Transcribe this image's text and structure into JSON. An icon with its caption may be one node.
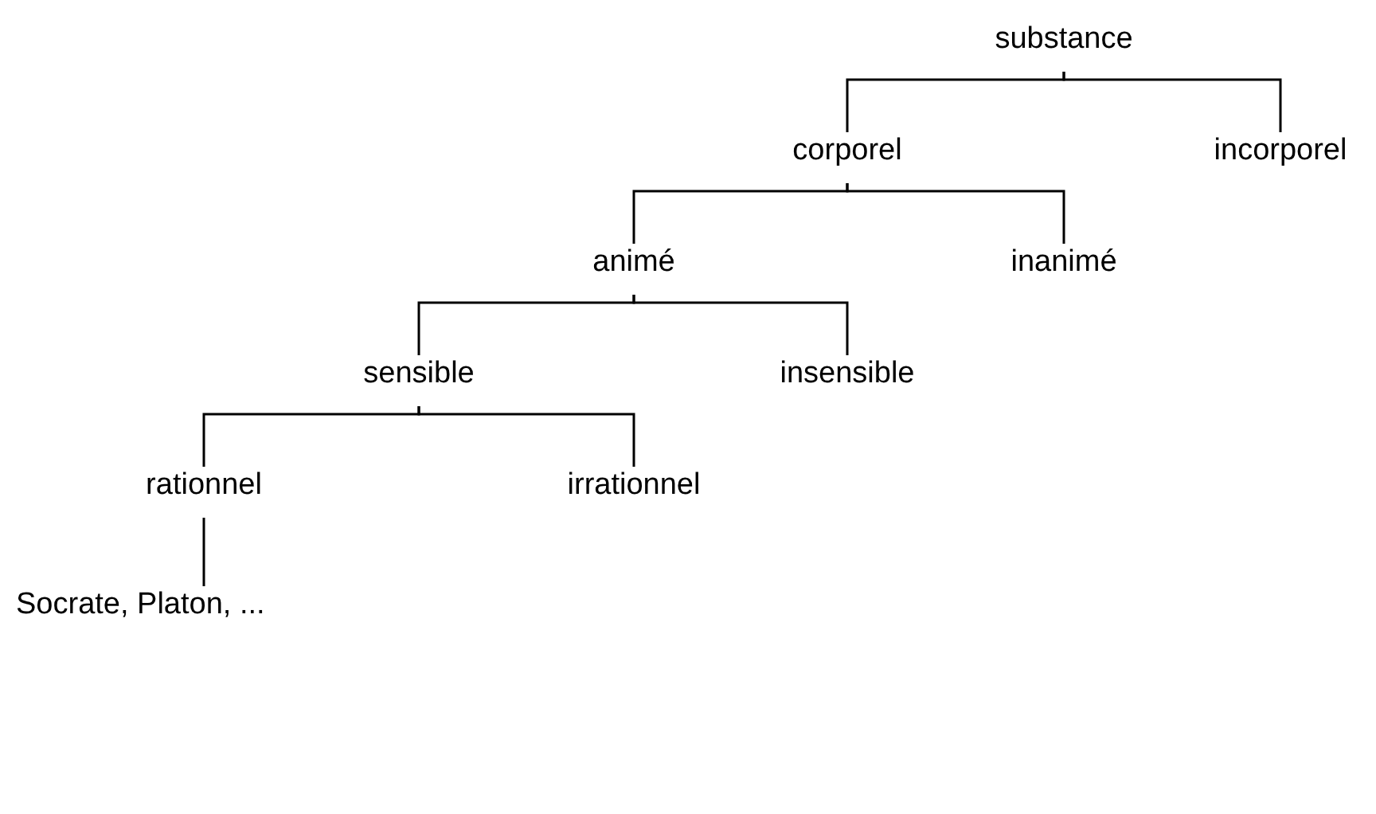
{
  "diagram": {
    "nodes": [
      {
        "text": [
          "substance"
        ]
      },
      {
        "text": [
          "corporel"
        ]
      },
      {
        "text": [
          "incorporel"
        ]
      },
      {
        "text": [
          "animé"
        ]
      },
      {
        "text": [
          "inanimé"
        ]
      },
      {
        "text": [
          "sensible"
        ]
      },
      {
        "text": [
          "insensible"
        ]
      },
      {
        "text": [
          "rationnel"
        ]
      },
      {
        "text": [
          "irrationnel"
        ]
      },
      {
        "text": [
          "Socrate, Platon, ..."
        ]
      }
    ],
    "edges": [
      {
        "from": 0,
        "to": 1,
        "arrow": "none"
      },
      {
        "from": 0,
        "to": 2,
        "arrow": "none"
      },
      {
        "from": 1,
        "to": 3,
        "arrow": "none"
      },
      {
        "from": 1,
        "to": 4,
        "arrow": "none"
      },
      {
        "from": 3,
        "to": 5,
        "arrow": "none"
      },
      {
        "from": 3,
        "to": 6,
        "arrow": "none"
      },
      {
        "from": 5,
        "to": 7,
        "arrow": "none"
      },
      {
        "from": 5,
        "to": 8,
        "arrow": "none"
      },
      {
        "from": 7,
        "to": 9,
        "arrow": "none"
      }
    ]
  }
}
